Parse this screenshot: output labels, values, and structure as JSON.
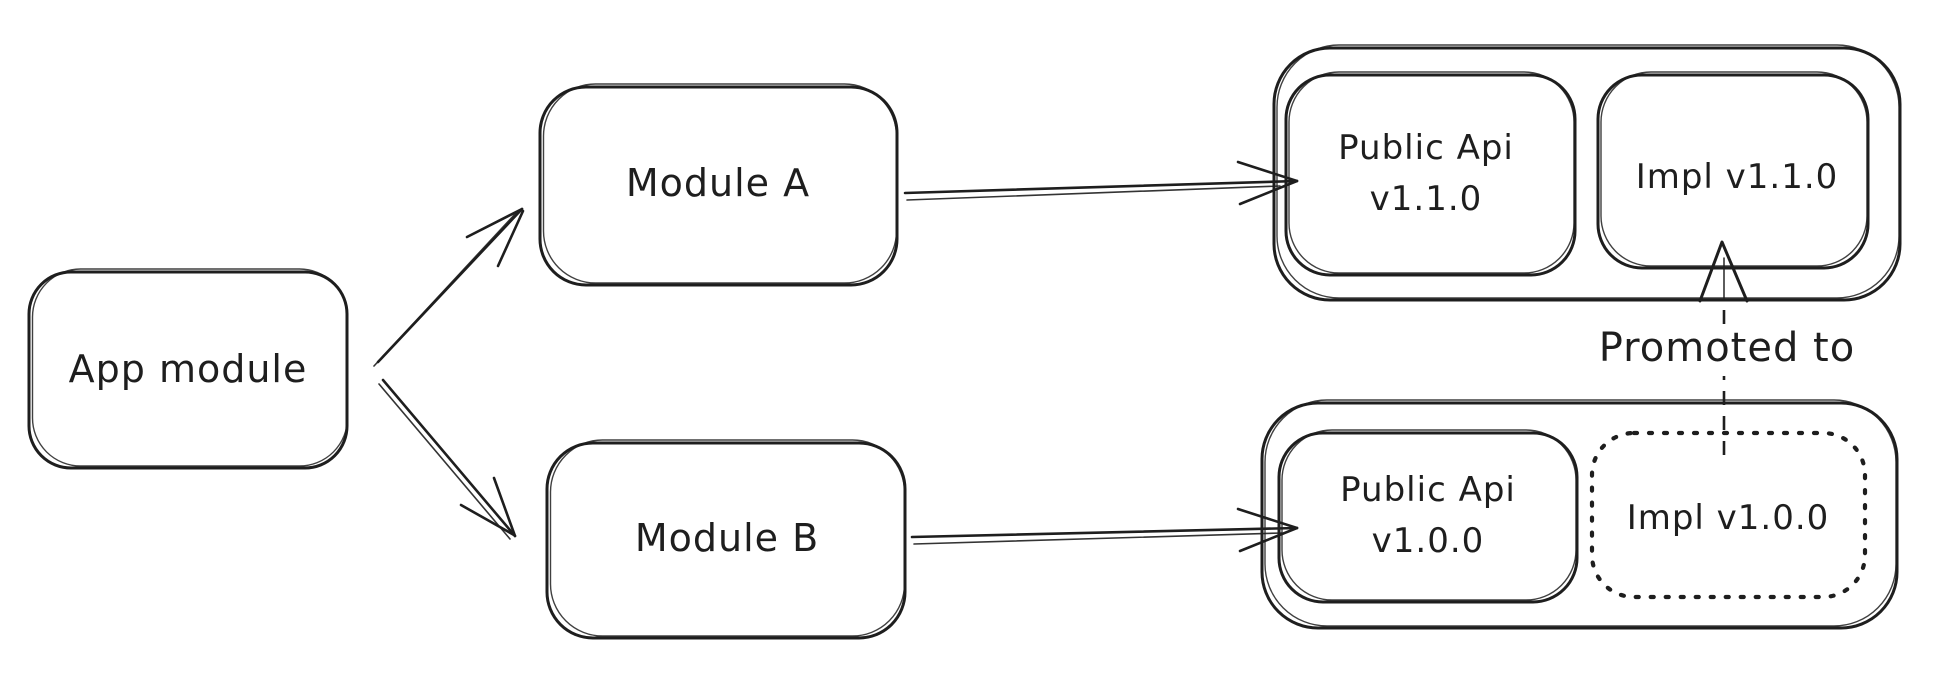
{
  "canvas": {
    "background": "#ffffff",
    "ink_color": "#1e1e1e",
    "style": "hand-drawn-diagram"
  },
  "nodes": {
    "app_module": {
      "label": "App module"
    },
    "module_a": {
      "label": "Module A"
    },
    "module_b": {
      "label": "Module B"
    },
    "library_v110": {
      "public_api": {
        "line1": "Public Api",
        "line2": "v1.1.0"
      },
      "impl": {
        "label": "Impl v1.1.0"
      }
    },
    "library_v100": {
      "public_api": {
        "line1": "Public Api",
        "line2": "v1.0.0"
      },
      "impl": {
        "label": "Impl v1.0.0",
        "border": "dotted"
      }
    }
  },
  "edges": {
    "app_to_module_a": {
      "style": "solid-arrow"
    },
    "app_to_module_b": {
      "style": "solid-arrow"
    },
    "module_a_to_public_api_v110": {
      "style": "solid-arrow"
    },
    "module_b_to_public_api_v100": {
      "style": "solid-arrow"
    },
    "impl_promotion": {
      "label": "Promoted to",
      "style": "dashed-hollow-arrow"
    }
  }
}
